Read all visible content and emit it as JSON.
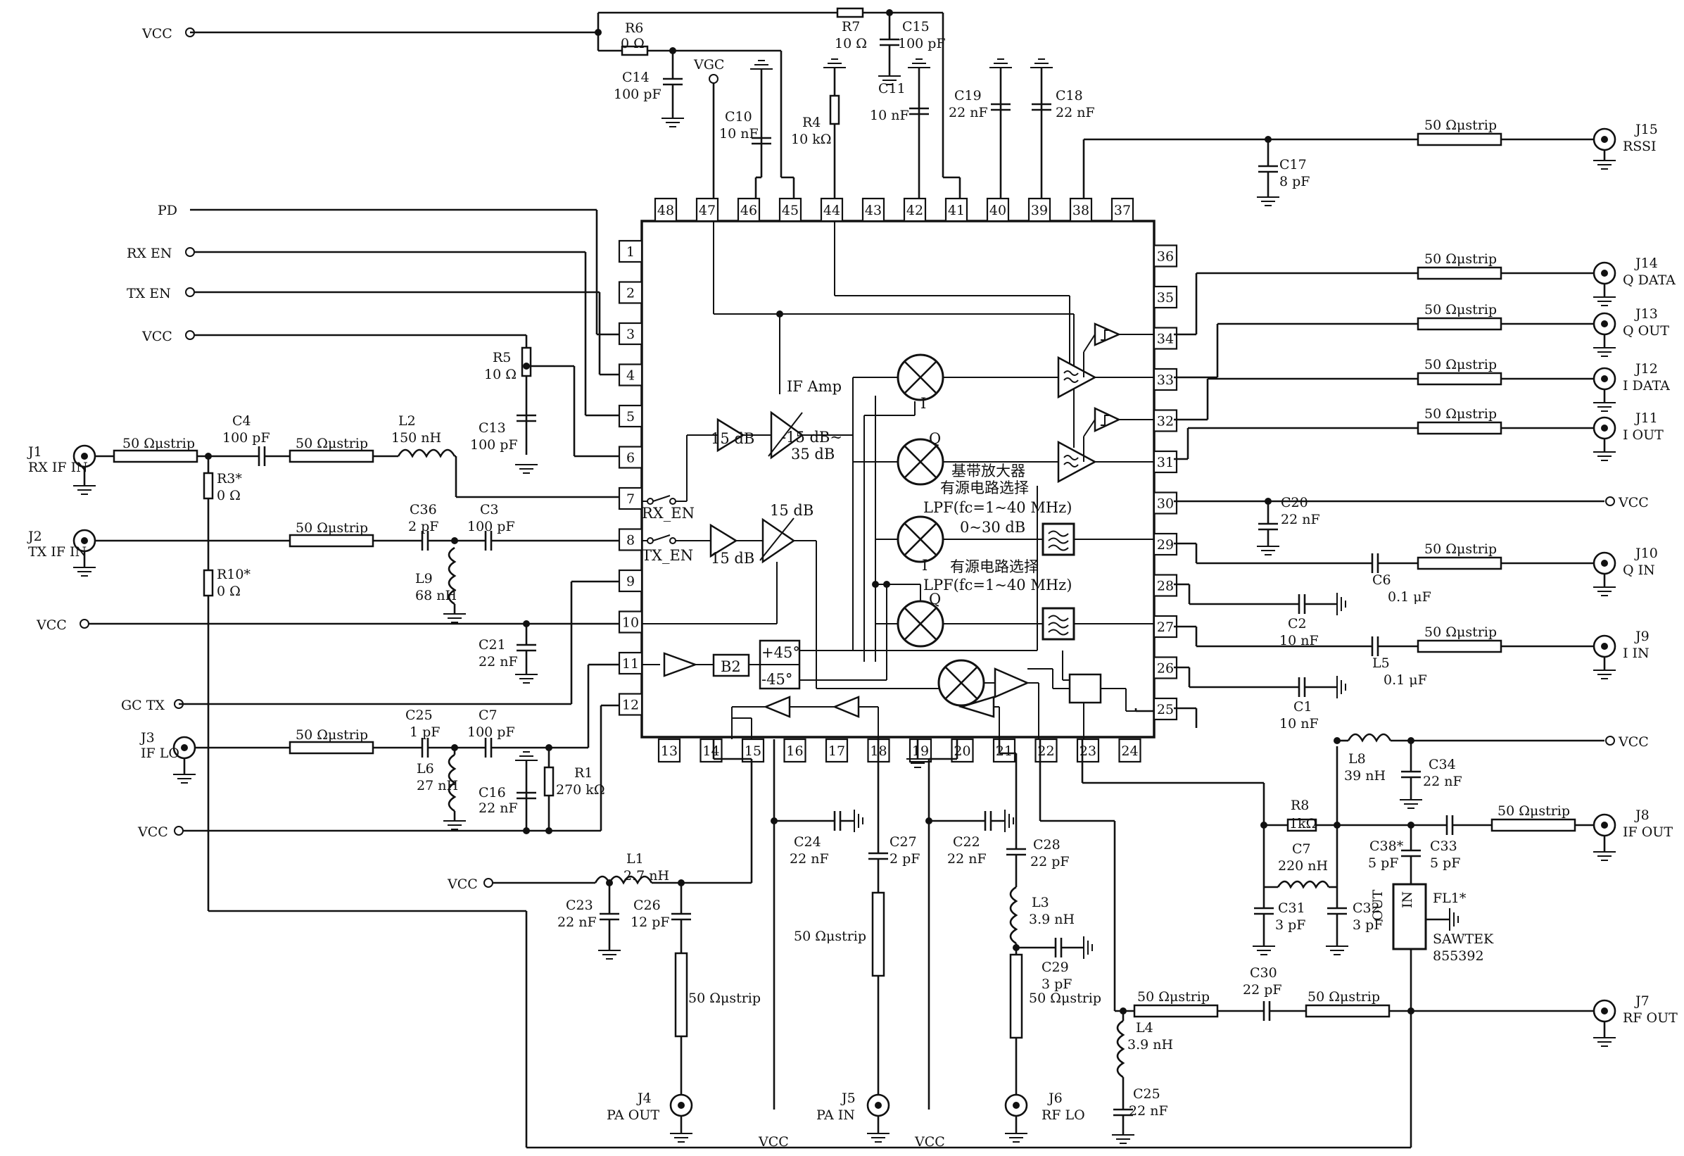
{
  "nets": {
    "vcc": "VCC",
    "vgc": "VGC",
    "pd": "PD",
    "rx_en": "RX EN",
    "tx_en": "TX EN",
    "gc_tx": "GC TX"
  },
  "strip": "50 Ωμstrip",
  "pins": [
    "1",
    "2",
    "3",
    "4",
    "5",
    "6",
    "7",
    "8",
    "9",
    "10",
    "11",
    "12",
    "13",
    "14",
    "15",
    "16",
    "17",
    "18",
    "19",
    "20",
    "21",
    "22",
    "23",
    "24",
    "25",
    "26",
    "27",
    "28",
    "29",
    "30",
    "31",
    "32",
    "33",
    "34",
    "35",
    "36",
    "37",
    "38",
    "39",
    "40",
    "41",
    "42",
    "43",
    "44",
    "45",
    "46",
    "47",
    "48"
  ],
  "connectors": [
    {
      "id": "J1",
      "name": "RX IF IN"
    },
    {
      "id": "J2",
      "name": "TX IF IN"
    },
    {
      "id": "J3",
      "name": "IF LO"
    },
    {
      "id": "J4",
      "name": "PA OUT"
    },
    {
      "id": "J5",
      "name": "PA IN"
    },
    {
      "id": "J6",
      "name": "RF LO"
    },
    {
      "id": "J7",
      "name": "RF OUT"
    },
    {
      "id": "J8",
      "name": "IF OUT"
    },
    {
      "id": "J9",
      "name": "I IN"
    },
    {
      "id": "J10",
      "name": "Q IN"
    },
    {
      "id": "J11",
      "name": "I OUT"
    },
    {
      "id": "J12",
      "name": "I DATA"
    },
    {
      "id": "J13",
      "name": "Q OUT"
    },
    {
      "id": "J14",
      "name": "Q DATA"
    },
    {
      "id": "J15",
      "name": "RSSI"
    }
  ],
  "components": {
    "R6": {
      "ref": "R6",
      "value": "0 Ω"
    },
    "R7": {
      "ref": "R7",
      "value": "10 Ω"
    },
    "C15": {
      "ref": "C15",
      "value": "100 pF"
    },
    "C14": {
      "ref": "C14",
      "value": "100 pF"
    },
    "C10": {
      "ref": "C10",
      "value": "10 nF"
    },
    "R4": {
      "ref": "R4",
      "value": "10 kΩ"
    },
    "C11": {
      "ref": "C11",
      "value": "10 nF"
    },
    "C19": {
      "ref": "C19",
      "value": "22 nF"
    },
    "C18": {
      "ref": "C18",
      "value": "22 nF"
    },
    "C17": {
      "ref": "C17",
      "value": "8 pF"
    },
    "R5": {
      "ref": "R5",
      "value": "10 Ω"
    },
    "C13": {
      "ref": "C13",
      "value": "100 pF"
    },
    "C4": {
      "ref": "C4",
      "value": "100 pF"
    },
    "L2": {
      "ref": "L2",
      "value": "150 nH"
    },
    "R3": {
      "ref": "R3*",
      "value": "0 Ω"
    },
    "C36": {
      "ref": "C36",
      "value": "2 pF"
    },
    "C3": {
      "ref": "C3",
      "value": "100 pF"
    },
    "L9": {
      "ref": "L9",
      "value": "68 nH"
    },
    "R10": {
      "ref": "R10*",
      "value": "0 Ω"
    },
    "C21": {
      "ref": "C21",
      "value": "22 nF"
    },
    "C25a": {
      "ref": "C25",
      "value": "1 pF"
    },
    "C7a": {
      "ref": "C7",
      "value": "100 pF"
    },
    "L6": {
      "ref": "L6",
      "value": "27 nH"
    },
    "C16": {
      "ref": "C16",
      "value": "22 nF"
    },
    "R1": {
      "ref": "R1",
      "value": "270 kΩ"
    },
    "L1": {
      "ref": "L1",
      "value": "2.7 nH"
    },
    "C23": {
      "ref": "C23",
      "value": "22 nF"
    },
    "C26": {
      "ref": "C26",
      "value": "12 pF"
    },
    "C24": {
      "ref": "C24",
      "value": "22 nF"
    },
    "C27": {
      "ref": "C27",
      "value": "2 pF"
    },
    "C22": {
      "ref": "C22",
      "value": "22 nF"
    },
    "C28": {
      "ref": "C28",
      "value": "22 pF"
    },
    "L3": {
      "ref": "L3",
      "value": "3.9 nH"
    },
    "C29": {
      "ref": "C29",
      "value": "3 pF"
    },
    "L4": {
      "ref": "L4",
      "value": "3.9 nH"
    },
    "C25b": {
      "ref": "C25",
      "value": "22 nF"
    },
    "C30": {
      "ref": "C30",
      "value": "22 pF"
    },
    "C20": {
      "ref": "C20",
      "value": "22 nF"
    },
    "C6": {
      "ref": "C6",
      "value": "0.1 μF"
    },
    "C2": {
      "ref": "C2",
      "value": "10 nF"
    },
    "L5": {
      "ref": "L5",
      "value": "0.1 μF"
    },
    "C1": {
      "ref": "C1",
      "value": "10 nF"
    },
    "L8": {
      "ref": "L8",
      "value": "39 nH"
    },
    "C34": {
      "ref": "C34",
      "value": "22 nF"
    },
    "R8": {
      "ref": "R8",
      "value": "1kΩ"
    },
    "C7b": {
      "ref": "C7",
      "value": "220 nH"
    },
    "C38": {
      "ref": "C38*",
      "value": "5 pF"
    },
    "C33": {
      "ref": "C33",
      "value": "5 pF"
    },
    "C31": {
      "ref": "C31",
      "value": "3 pF"
    },
    "C32": {
      "ref": "C32",
      "value": "3 pF"
    },
    "FL1": {
      "ref": "FL1*",
      "value": "SAWTEK",
      "part": "855392",
      "out": "OUT",
      "in": "IN"
    }
  },
  "blocks": {
    "if_amp": "IF Amp",
    "rx_gain": "15 dB",
    "if_range_1": "-15 dB~",
    "if_range_2": "35 dB",
    "tx_gain_1": "15 dB",
    "tx_gain_2": "15 dB",
    "rx_switch": "RX_EN",
    "tx_switch": "TX_EN",
    "bb_amp": "基带放大器",
    "active_sel_1": "有源电路选择",
    "lpf_1": "LPF(fc=1~40 MHz)",
    "bb_gain": "0~30 dB",
    "active_sel_2": "有源电路选择",
    "lpf_2": "LPF(fc=1~40 MHz)",
    "mix_i1": "I",
    "mix_q1": "Q",
    "mix_i2": "I",
    "mix_q2": "Q",
    "phase_p": "+45°",
    "phase_m": "-45°",
    "div": "B2"
  }
}
